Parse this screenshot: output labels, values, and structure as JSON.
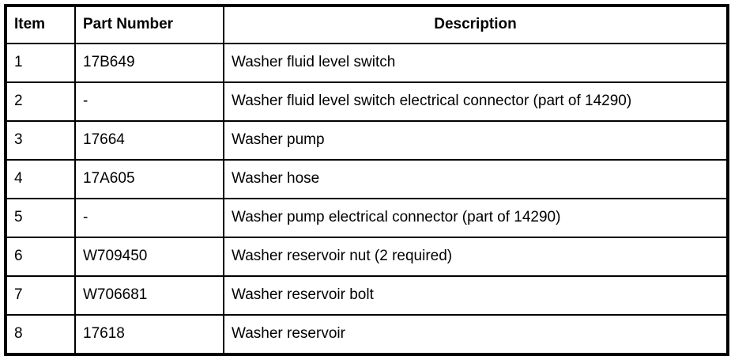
{
  "table": {
    "name": "washer-system-parts-list",
    "columns": [
      {
        "key": "item",
        "label": "Item",
        "align": "left"
      },
      {
        "key": "part_number",
        "label": "Part Number",
        "align": "left"
      },
      {
        "key": "description",
        "label": "Description",
        "align": "center"
      }
    ],
    "rows": [
      {
        "item": "1",
        "part_number": "17B649",
        "description": "Washer fluid level switch"
      },
      {
        "item": "2",
        "part_number": "-",
        "description": "Washer fluid level switch electrical connector (part of 14290)"
      },
      {
        "item": "3",
        "part_number": "17664",
        "description": "Washer pump"
      },
      {
        "item": "4",
        "part_number": "17A605",
        "description": "Washer hose"
      },
      {
        "item": "5",
        "part_number": "-",
        "description": "Washer pump electrical connector (part of 14290)"
      },
      {
        "item": "6",
        "part_number": "W709450",
        "description": "Washer reservoir nut (2 required)"
      },
      {
        "item": "7",
        "part_number": "W706681",
        "description": "Washer reservoir bolt"
      },
      {
        "item": "8",
        "part_number": "17618",
        "description": "Washer reservoir"
      }
    ]
  },
  "style": {
    "background_color": "#ffffff",
    "text_color": "#000000",
    "border_color": "#000000"
  }
}
